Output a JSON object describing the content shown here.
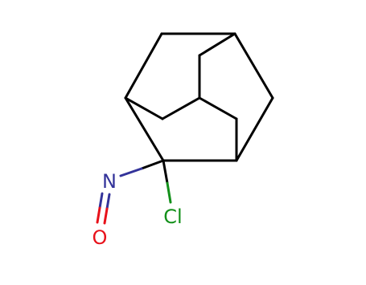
{
  "molecule": {
    "atoms": {
      "nitrogen": {
        "label": "N",
        "color": "#33339a"
      },
      "oxygen": {
        "label": "O",
        "color": "#e8111a"
      },
      "chlorine": {
        "label": "Cl",
        "color": "#13901a"
      }
    },
    "bond_color": "#000000"
  }
}
